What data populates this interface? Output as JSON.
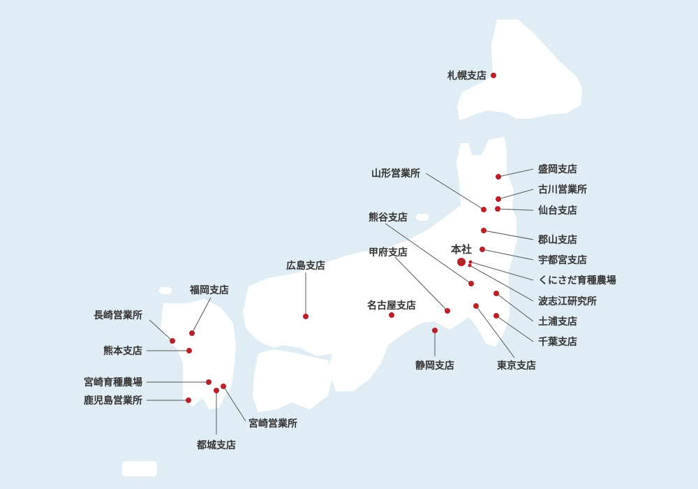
{
  "colors": {
    "sea": "#e1edf4",
    "land": "#ffffff",
    "marker": "#b5232a",
    "text": "#333333",
    "leader": "#555555"
  },
  "locations": {
    "sapporo": "札幌支店",
    "morioka": "盛岡支店",
    "furukawa": "古川営業所",
    "yamagata": "山形営業所",
    "sendai": "仙台支店",
    "kumagaya": "熊谷支店",
    "koriyama": "郡山支店",
    "honsha": "本社",
    "utsunomiya": "宇都宮支店",
    "kunisada": "くにさだ育種農場",
    "kofu": "甲府支店",
    "hiroshima": "広島支店",
    "hashie": "波志江研究所",
    "fukuoka": "福岡支店",
    "nagoya": "名古屋支店",
    "nagasaki": "長崎営業所",
    "tsuchiura": "土浦支店",
    "chiba": "千葉支店",
    "kumamoto": "熊本支店",
    "shizuoka": "静岡支店",
    "tokyo": "東京支店",
    "miyazaki_farm": "宮崎育種農場",
    "kagoshima": "鹿児島営業所",
    "miyazaki": "宮崎営業所",
    "miyakonojo": "都城支店"
  }
}
